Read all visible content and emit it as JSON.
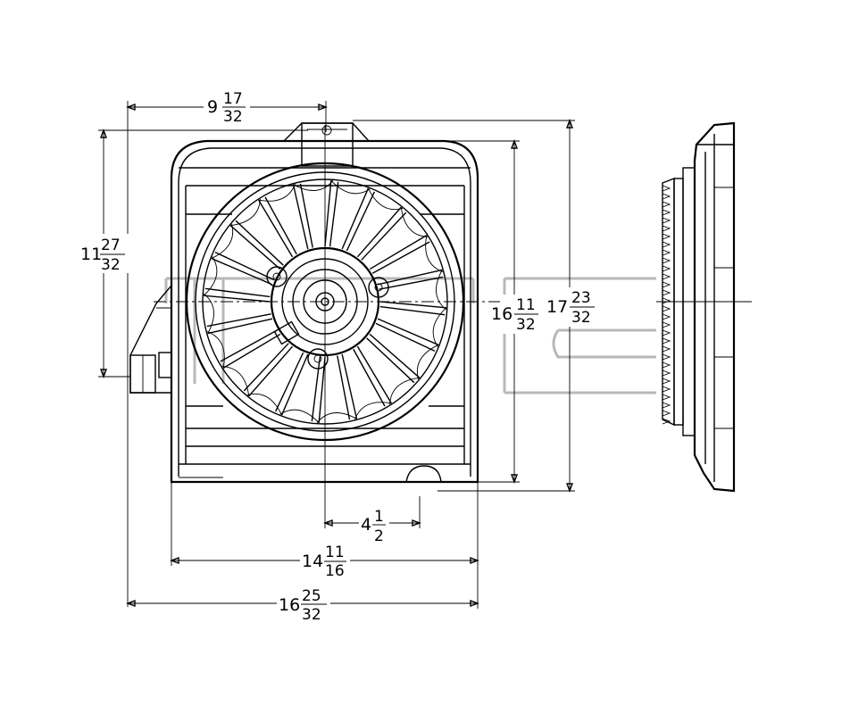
{
  "dimensions": {
    "top_width": {
      "whole": "9",
      "num": "17",
      "den": "32"
    },
    "left_height": {
      "whole": "11",
      "num": "27",
      "den": "32"
    },
    "inner_height": {
      "whole": "16",
      "num": "11",
      "den": "32"
    },
    "total_height": {
      "whole": "17",
      "num": "23",
      "den": "32"
    },
    "offset": {
      "whole": "4",
      "num": "1",
      "den": "2"
    },
    "shroud_width": {
      "whole": "14",
      "num": "11",
      "den": "16"
    },
    "total_width": {
      "whole": "16",
      "num": "25",
      "den": "32"
    }
  },
  "fan": {
    "blade_count": 20
  }
}
